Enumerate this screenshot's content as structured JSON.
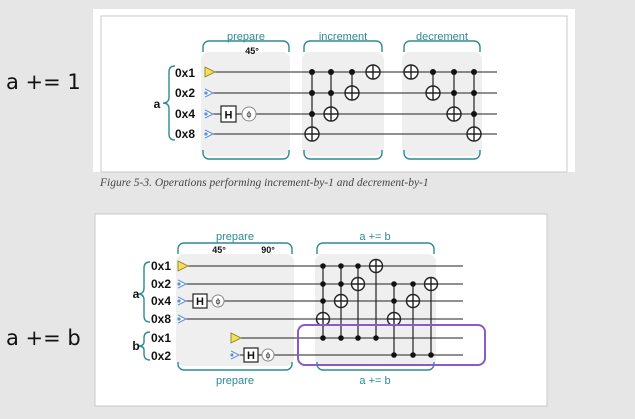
{
  "side_labels": {
    "top": "a += 1",
    "bottom": "a += b"
  },
  "fig1": {
    "caption": "Figure 5-3. Operations performing increment-by-1 and decrement-by-1",
    "register_label": "a",
    "qubits": [
      "0x1",
      "0x2",
      "0x4",
      "0x8"
    ],
    "sections": {
      "prepare": "prepare",
      "prepare_angle": "45°",
      "increment": "increment",
      "decrement": "decrement"
    },
    "h_gate": "H",
    "phase_symbol": "ϕ"
  },
  "fig2": {
    "register_a": "a",
    "register_b": "b",
    "qubits_a": [
      "0x1",
      "0x2",
      "0x4",
      "0x8"
    ],
    "qubits_b": [
      "0x1",
      "0x2"
    ],
    "sections": {
      "prepare_top": "prepare",
      "angle_45": "45°",
      "angle_90": "90°",
      "add_top": "a += b",
      "add_bottom": "a += b",
      "prepare_bottom": "prepare"
    },
    "h_gate": "H",
    "phase_symbol": "ϕ"
  },
  "colors": {
    "teal": "#2e8a93",
    "purple_highlight": "#8a5ac6",
    "init_yellow": "#f2df5a",
    "init_blue": "#5b8fd6"
  }
}
